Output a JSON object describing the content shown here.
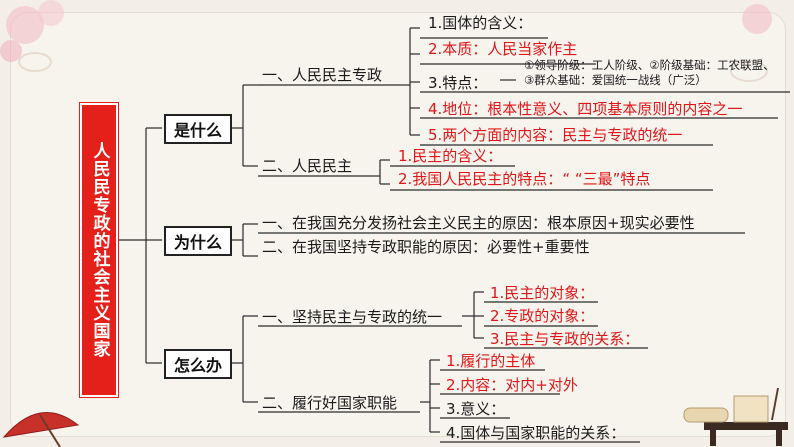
{
  "root": "人民民专政的社会主义国家",
  "what": {
    "label": "是什么",
    "people_dem_dict": {
      "label": "一、人民民主专政",
      "items": [
        "1.国体的含义：",
        "2.本质：人民当家作主",
        "3.特点：",
        "4.地位：根本性意义、四项基本原则的内容之一",
        "5.两个方面的内容：民主与专政的统一"
      ],
      "feature_detail": "①领导阶级：工人阶级、②阶级基础：工农联盟、③群众基础：爱国统一战线（广泛）"
    },
    "people_dem": {
      "label": "二、人民民主",
      "items": [
        "1.民主的含义：",
        "2.我国人民民主的特点：“ “三最”特点"
      ]
    }
  },
  "why": {
    "label": "为什么",
    "items": [
      "一、在我国充分发扬社会主义民主的原因：根本原因+现实必要性",
      "二、在我国坚持专政职能的原因：必要性+重要性"
    ]
  },
  "how": {
    "label": "怎么办",
    "unity": {
      "label": "一、坚持民主与专政的统一",
      "items": [
        "1.民主的对象：",
        "2.专政的对象：",
        "3.民主与专政的关系："
      ]
    },
    "functions": {
      "label": "二、履行好国家职能",
      "items": [
        "1.履行的主体",
        "2.内容：对内+对外",
        "3.意义：",
        "4.国体与国家职能的关系："
      ]
    }
  },
  "colors": {
    "accent": "#e51f19",
    "red_text": "#e0161a",
    "line": "#2a2a2a"
  }
}
